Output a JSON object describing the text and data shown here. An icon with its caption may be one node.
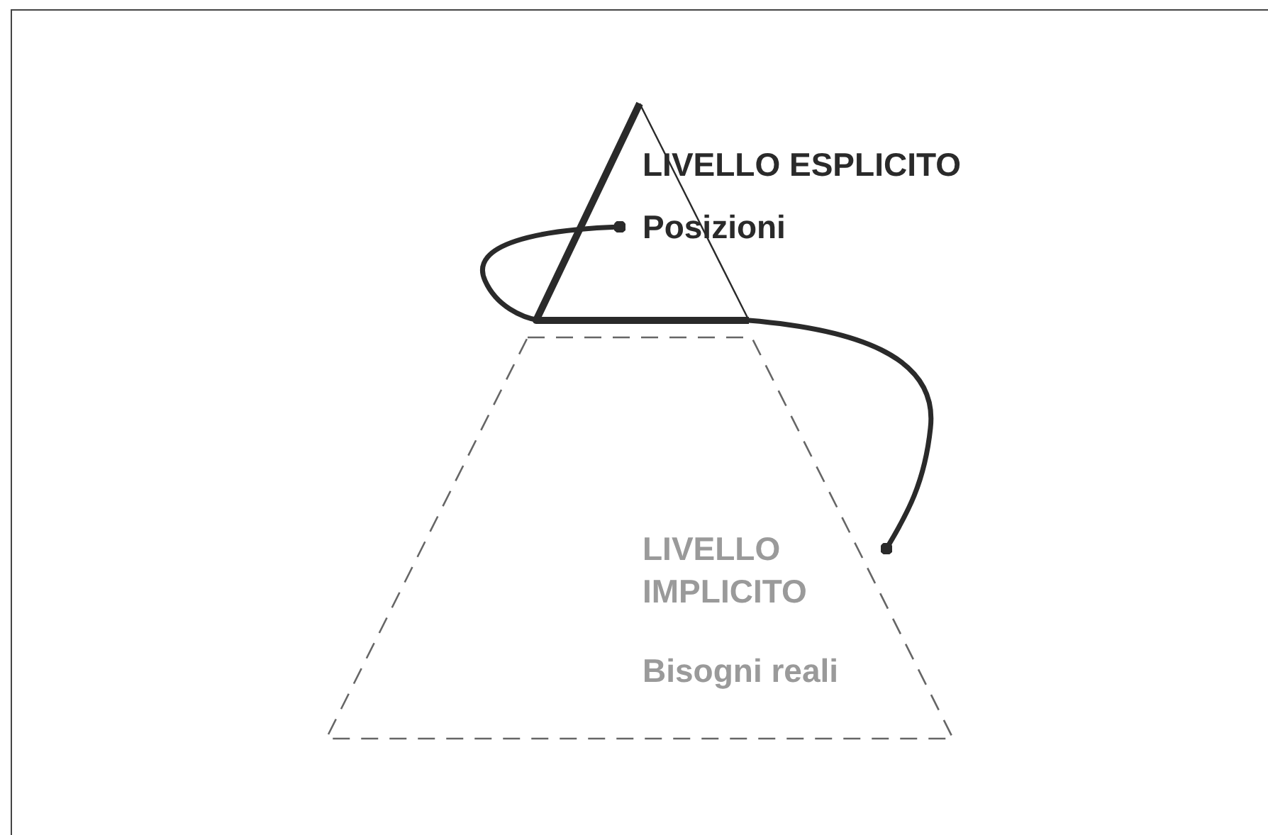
{
  "diagram": {
    "nodes": [
      {
        "text": [
          "LIVELLO ESPLICITO",
          "Posizioni"
        ]
      },
      {
        "text": [
          "LIVELLO IMPLICITO",
          "Bisogni reali"
        ]
      }
    ],
    "edges": [
      {
        "from": 0,
        "to": 1,
        "arrow": "other"
      }
    ]
  }
}
